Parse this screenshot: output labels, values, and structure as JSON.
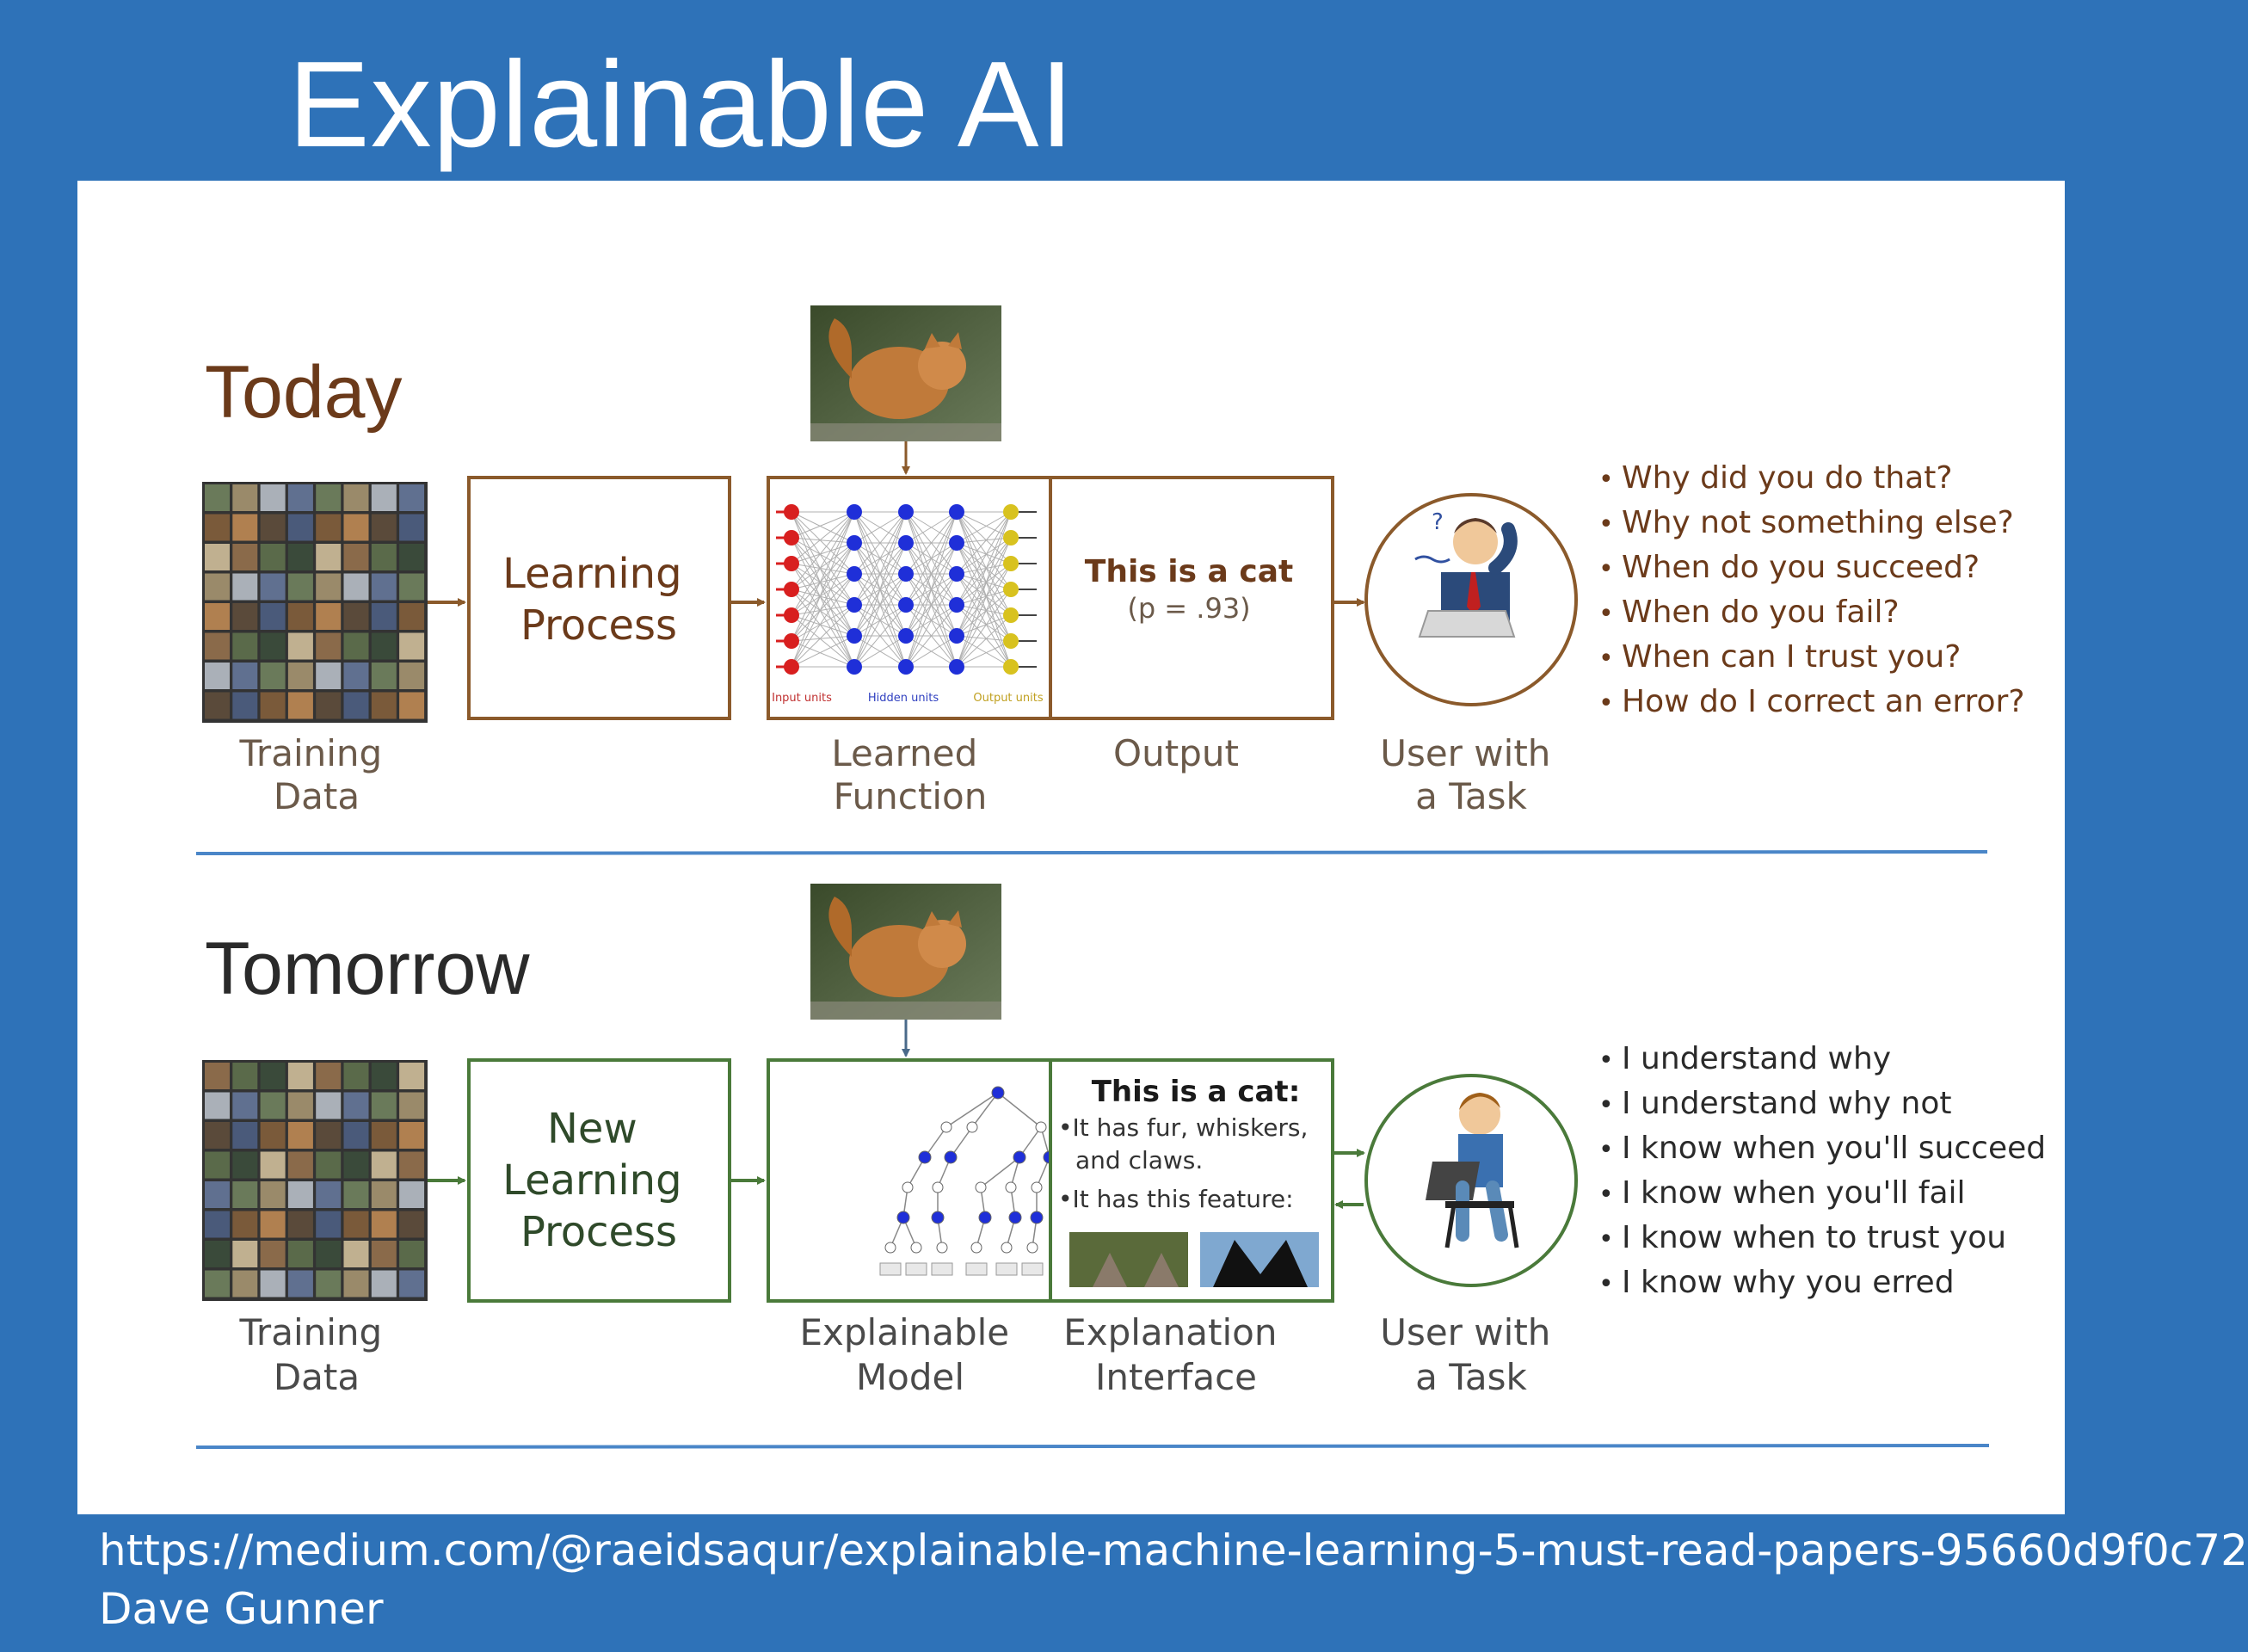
{
  "title": "Explainable AI",
  "colors": {
    "slide_background": "#2e72b8",
    "today_accent": "#8b4513",
    "tomorrow_accent": "#4a7a3a",
    "separator_line": "#4a86c8",
    "neuron_blue": "#1f2fd8",
    "neuron_red": "#d81f1f",
    "neuron_yellow": "#d8c21f"
  },
  "today": {
    "heading": "Today",
    "training_data_label": [
      "Training",
      "Data"
    ],
    "process_label": [
      "Learning",
      "Process"
    ],
    "learned_function_label": [
      "Learned",
      "Function"
    ],
    "nn_layer_labels": [
      "Input units",
      "Hidden units",
      "Output units"
    ],
    "output_text": "This is a cat",
    "output_prob": "(p = .93)",
    "output_label": "Output",
    "user_label": [
      "User with",
      "a Task"
    ],
    "questions": [
      "Why did you do that?",
      "Why not something else?",
      "When do you succeed?",
      "When do you fail?",
      "When can I trust you?",
      "How do I correct an error?"
    ]
  },
  "tomorrow": {
    "heading": "Tomorrow",
    "training_data_label": [
      "Training",
      "Data"
    ],
    "process_label": [
      "New",
      "Learning",
      "Process"
    ],
    "model_label": [
      "Explainable",
      "Model"
    ],
    "explanation_title": "This is a cat:",
    "explanation_bullets": [
      "•It has fur, whiskers,",
      "and claws.",
      "•It has this feature:"
    ],
    "interface_label": [
      "Explanation",
      "Interface"
    ],
    "user_label": [
      "User with",
      "a Task"
    ],
    "statements": [
      "I understand why",
      "I understand why not",
      "I know when you'll succeed",
      "I know when you'll fail",
      "I know when to trust you",
      "I know why you erred"
    ]
  },
  "footer": {
    "url": "https://medium.com/@raeidsaqur/explainable-machine-learning-5-must-read-papers-95660d9f0c72",
    "author": "Dave Gunner"
  }
}
